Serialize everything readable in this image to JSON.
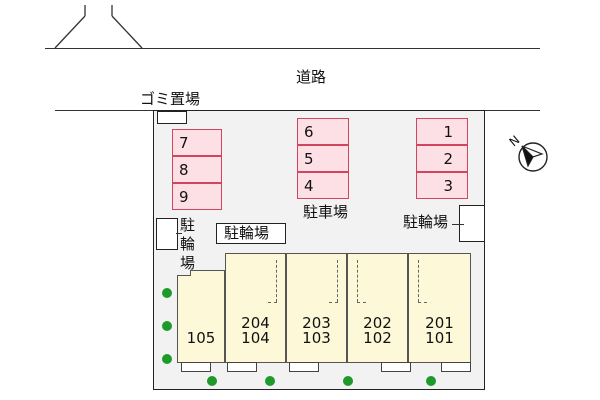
{
  "labels": {
    "road": "道路",
    "garbage": "ゴミ置場",
    "parking": "駐車場",
    "bike_center": "駐輪場",
    "bike_right": "駐輪場",
    "bike_left": [
      "駐",
      "輪",
      "場"
    ]
  },
  "parking_spaces": {
    "left": [
      "7",
      "8",
      "9"
    ],
    "center": [
      "6",
      "5",
      "4"
    ],
    "right": [
      "1",
      "2",
      "3"
    ]
  },
  "units": [
    {
      "upper": "",
      "lower": "105"
    },
    {
      "upper": "204",
      "lower": "104"
    },
    {
      "upper": "203",
      "lower": "103"
    },
    {
      "upper": "202",
      "lower": "102"
    },
    {
      "upper": "201",
      "lower": "101"
    }
  ],
  "compass": {
    "label": "N"
  },
  "colors": {
    "parking_fill": "#fde0e6",
    "parking_border": "#d2455e",
    "building_fill": "#fdf9d8",
    "tree": "#1f9a2a"
  }
}
